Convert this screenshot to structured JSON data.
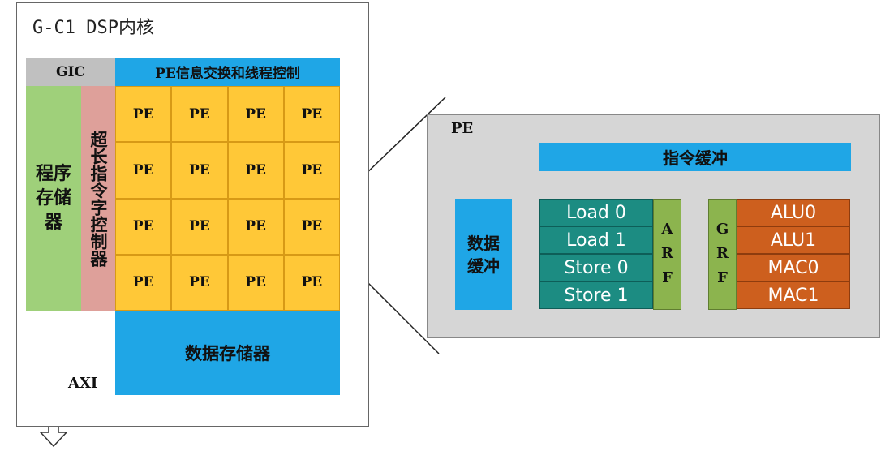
{
  "core": {
    "title": "G-C1 DSP内核",
    "gic": "GIC",
    "pe_info": "PE信息交换和线程控制",
    "program_memory": "程序存储器",
    "vliw_control": "超长指令字控制器",
    "pe_grid": [
      [
        "PE",
        "PE",
        "PE",
        "PE"
      ],
      [
        "PE",
        "PE",
        "PE",
        "PE"
      ],
      [
        "PE",
        "PE",
        "PE",
        "PE"
      ],
      [
        "PE",
        "PE",
        "PE",
        "PE"
      ]
    ],
    "data_memory": "数据存储器",
    "axi": "AXI"
  },
  "pe_detail": {
    "title": "PE",
    "instruction_buffer": "指令缓冲",
    "data_buffer": "数据缓冲",
    "load_store_units": [
      "Load 0",
      "Load 1",
      "Store 0",
      "Store 1"
    ],
    "arf": [
      "A",
      "R",
      "F"
    ],
    "grf": [
      "G",
      "R",
      "F"
    ],
    "compute_units": [
      "ALU0",
      "ALU1",
      "MAC0",
      "MAC1"
    ]
  },
  "colors": {
    "blue": "#1fa6e6",
    "green": "#9fd07a",
    "pink": "#dea09a",
    "yellow": "#ffc837",
    "gray": "#c0c0c0",
    "teal": "#1c8c82",
    "orange": "#cd5f1e",
    "olive": "#8cb44e"
  }
}
